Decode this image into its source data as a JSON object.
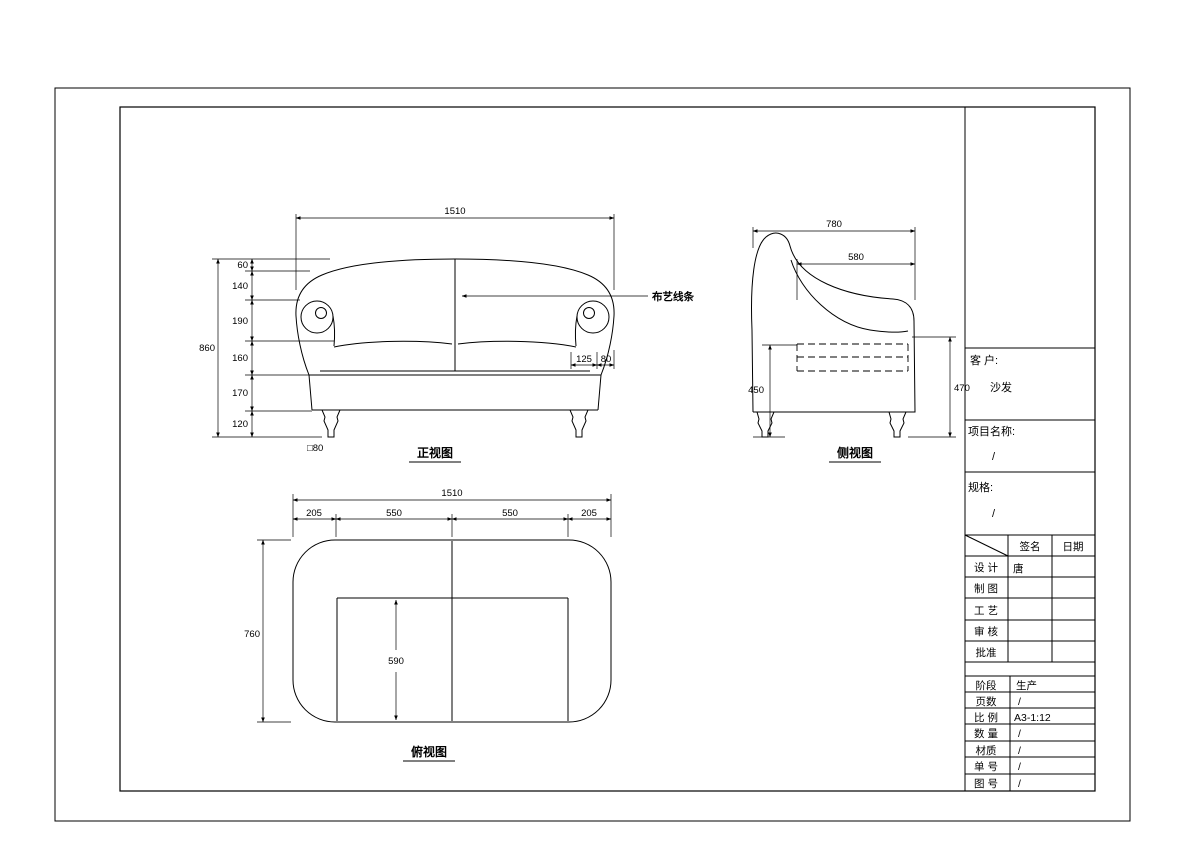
{
  "page": {
    "background": "#ffffff",
    "line_color": "#000000"
  },
  "front_view": {
    "caption": "正视图",
    "annotation": "布艺线条",
    "dims": {
      "total_width": "1510",
      "overall_height": "860",
      "h60": "60",
      "h140": "140",
      "h190": "190",
      "h160": "160",
      "h170": "170",
      "h120": "120",
      "arm_125": "125",
      "arm_80": "80",
      "leg": "□80"
    }
  },
  "side_view": {
    "caption": "侧视图",
    "dims": {
      "depth": "780",
      "inner_depth": "580",
      "seat_height": "450",
      "arm_height": "470"
    }
  },
  "top_view": {
    "caption": "俯视图",
    "dims": {
      "total_width": "1510",
      "seg1": "205",
      "seg2": "550",
      "seg3": "550",
      "seg4": "205",
      "depth": "760",
      "seat_depth": "590"
    }
  },
  "title_block": {
    "customer_label": "客 户:",
    "customer_value": "沙发",
    "project_label": "项目名称:",
    "project_value": "/",
    "spec_label": "规格:",
    "spec_value": "/",
    "sign_header": "签名",
    "date_header": "日期",
    "rows": {
      "design_label": "设 计",
      "design_value": "唐",
      "draft_label": "制 图",
      "craft_label": "工 艺",
      "review_label": "审 核",
      "approve_label": "批准"
    },
    "info": {
      "stage_label": "阶段",
      "stage_value": "生产",
      "pages_label": "页数",
      "pages_value": "/",
      "scale_label": "比 例",
      "scale_value": "A3-1:12",
      "qty_label": "数 量",
      "qty_value": "/",
      "material_label": "材质",
      "material_value": "/",
      "order_label": "单 号",
      "order_value": "/",
      "drawing_label": "图 号",
      "drawing_value": "/"
    }
  }
}
